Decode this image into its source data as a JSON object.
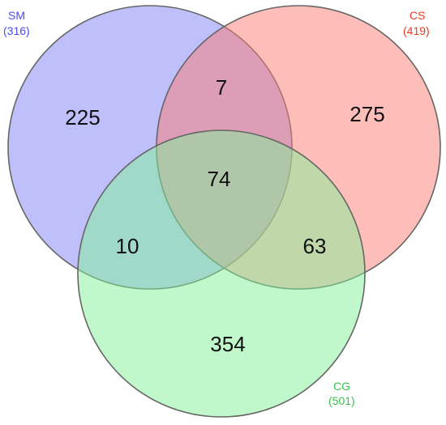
{
  "sets": [
    {
      "id": "sm",
      "name": "SM",
      "total": "(316)",
      "fill": "#7f7ff8",
      "label_color": "#4c4cf0"
    },
    {
      "id": "cs",
      "name": "CS",
      "total": "(419)",
      "fill": "#fb7c72",
      "label_color": "#ee3b22"
    },
    {
      "id": "cg",
      "name": "CG",
      "total": "(501)",
      "fill": "#82f29a",
      "label_color": "#31c54a"
    }
  ],
  "regions": {
    "sm_only": "225",
    "cs_only": "275",
    "cg_only": "354",
    "sm_cs": "7",
    "sm_cg": "10",
    "cs_cg": "63",
    "all": "74"
  },
  "circle_stroke": "#666666"
}
